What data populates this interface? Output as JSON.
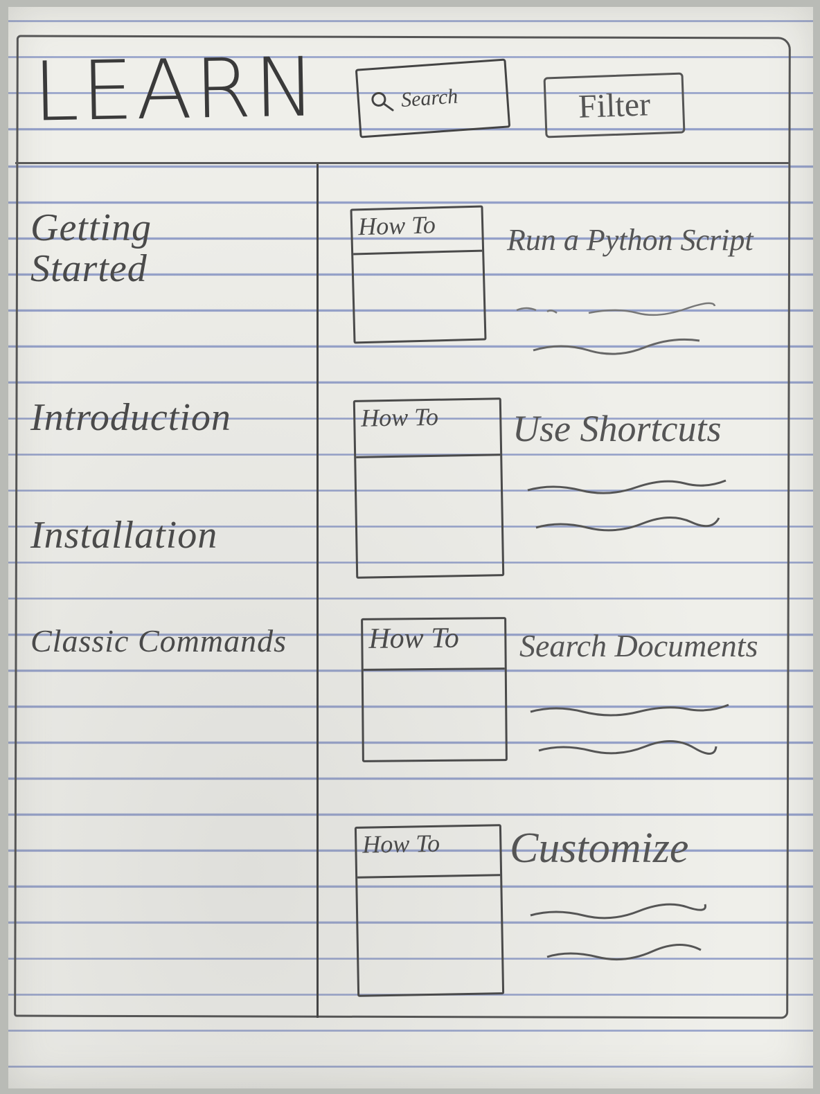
{
  "header": {
    "title": "LEARN",
    "search_label": "Search",
    "filter_label": "Filter"
  },
  "sidebar": {
    "items": [
      {
        "label": "Getting Started"
      },
      {
        "label": "Introduction"
      },
      {
        "label": "Installation"
      },
      {
        "label": "Classic Commands"
      }
    ]
  },
  "cards": [
    {
      "tag": "How To",
      "title": "Run a Python Script"
    },
    {
      "tag": "How To",
      "title": "Use Shortcuts"
    },
    {
      "tag": "How To",
      "title": "Search Documents"
    },
    {
      "tag": "How To",
      "title": "Customize"
    }
  ],
  "colors": {
    "pencil": "#4a4a4a",
    "paper": "#efefea",
    "rule_line": "#8f9bc6"
  }
}
